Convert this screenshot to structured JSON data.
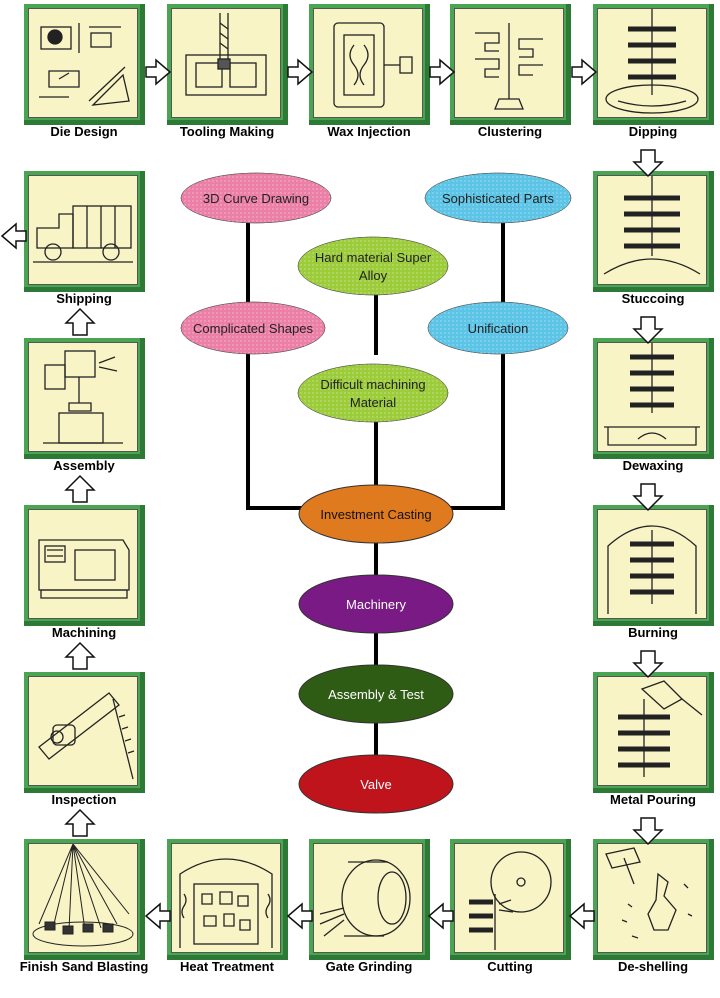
{
  "steps": [
    {
      "id": "die-design",
      "label": "Die Design"
    },
    {
      "id": "tooling-making",
      "label": "Tooling Making"
    },
    {
      "id": "wax-injection",
      "label": "Wax Injection"
    },
    {
      "id": "clustering",
      "label": "Clustering"
    },
    {
      "id": "dipping",
      "label": "Dipping"
    },
    {
      "id": "stuccoing",
      "label": "Stuccoing"
    },
    {
      "id": "dewaxing",
      "label": "Dewaxing"
    },
    {
      "id": "burning",
      "label": "Burning"
    },
    {
      "id": "metal-pouring",
      "label": "Metal Pouring"
    },
    {
      "id": "de-shelling",
      "label": "De-shelling"
    },
    {
      "id": "cutting",
      "label": "Cutting"
    },
    {
      "id": "gate-grinding",
      "label": "Gate Grinding"
    },
    {
      "id": "heat-treatment",
      "label": "Heat Treatment"
    },
    {
      "id": "finish-sand-blasting",
      "label": "Finish Sand Blasting"
    },
    {
      "id": "inspection",
      "label": "Inspection"
    },
    {
      "id": "machining",
      "label": "Machining"
    },
    {
      "id": "assembly",
      "label": "Assembly"
    },
    {
      "id": "shipping",
      "label": "Shipping"
    }
  ],
  "center": {
    "curve_drawing": "3D Curve Drawing",
    "complicated_shapes": "Complicated Shapes",
    "hard_material_line1": "Hard material Super",
    "hard_material_line2": "Alloy",
    "difficult_line1": "Difficult machining",
    "difficult_line2": "Material",
    "sophisticated_parts": "Sophisticated Parts",
    "unification": "Unification",
    "investment_casting": "Investment Casting",
    "machinery": "Machinery",
    "assembly_test": "Assembly & Test",
    "valve": "Valve"
  },
  "colors": {
    "frame_green": "#4aa552",
    "panel_cream": "#f8f4c6",
    "pink": "#ec7fa6",
    "lime": "#9ccc3a",
    "sky": "#5cc4e6",
    "orange": "#e07a1e",
    "purple": "#7a1a84",
    "dark_green": "#2f5c14",
    "red": "#c0141c"
  }
}
